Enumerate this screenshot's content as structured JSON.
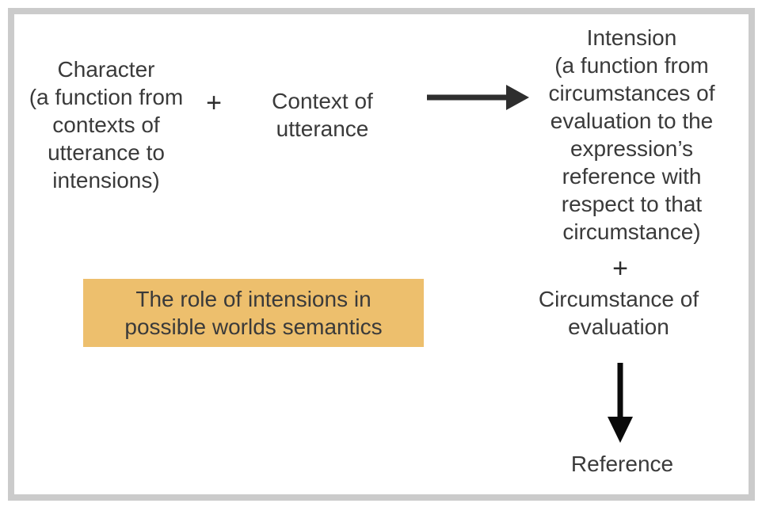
{
  "nodes": {
    "character": "Character\n(a function from\ncontexts of\nutterance to\nintensions)",
    "context": "Context of\nutterance",
    "intension": "Intension\n(a function from\ncircumstances of\nevaluation to the\nexpression’s\nreference with\nrespect to that\ncircumstance)",
    "circumstance": "Circumstance of\nevaluation",
    "reference": "Reference"
  },
  "operators": {
    "plus_top": "+",
    "plus_right": "+"
  },
  "caption": {
    "text": "The role of intensions in\npossible worlds semantics"
  },
  "icons": {
    "right_arrow": "right-arrow",
    "down_arrow": "down-arrow"
  },
  "colors": {
    "highlight_background": "#edbf6d",
    "frame_border": "#cbcbcb",
    "text": "#3a3a3a",
    "arrow_right": "#2e2e2e",
    "arrow_down": "#0a0a0a"
  }
}
